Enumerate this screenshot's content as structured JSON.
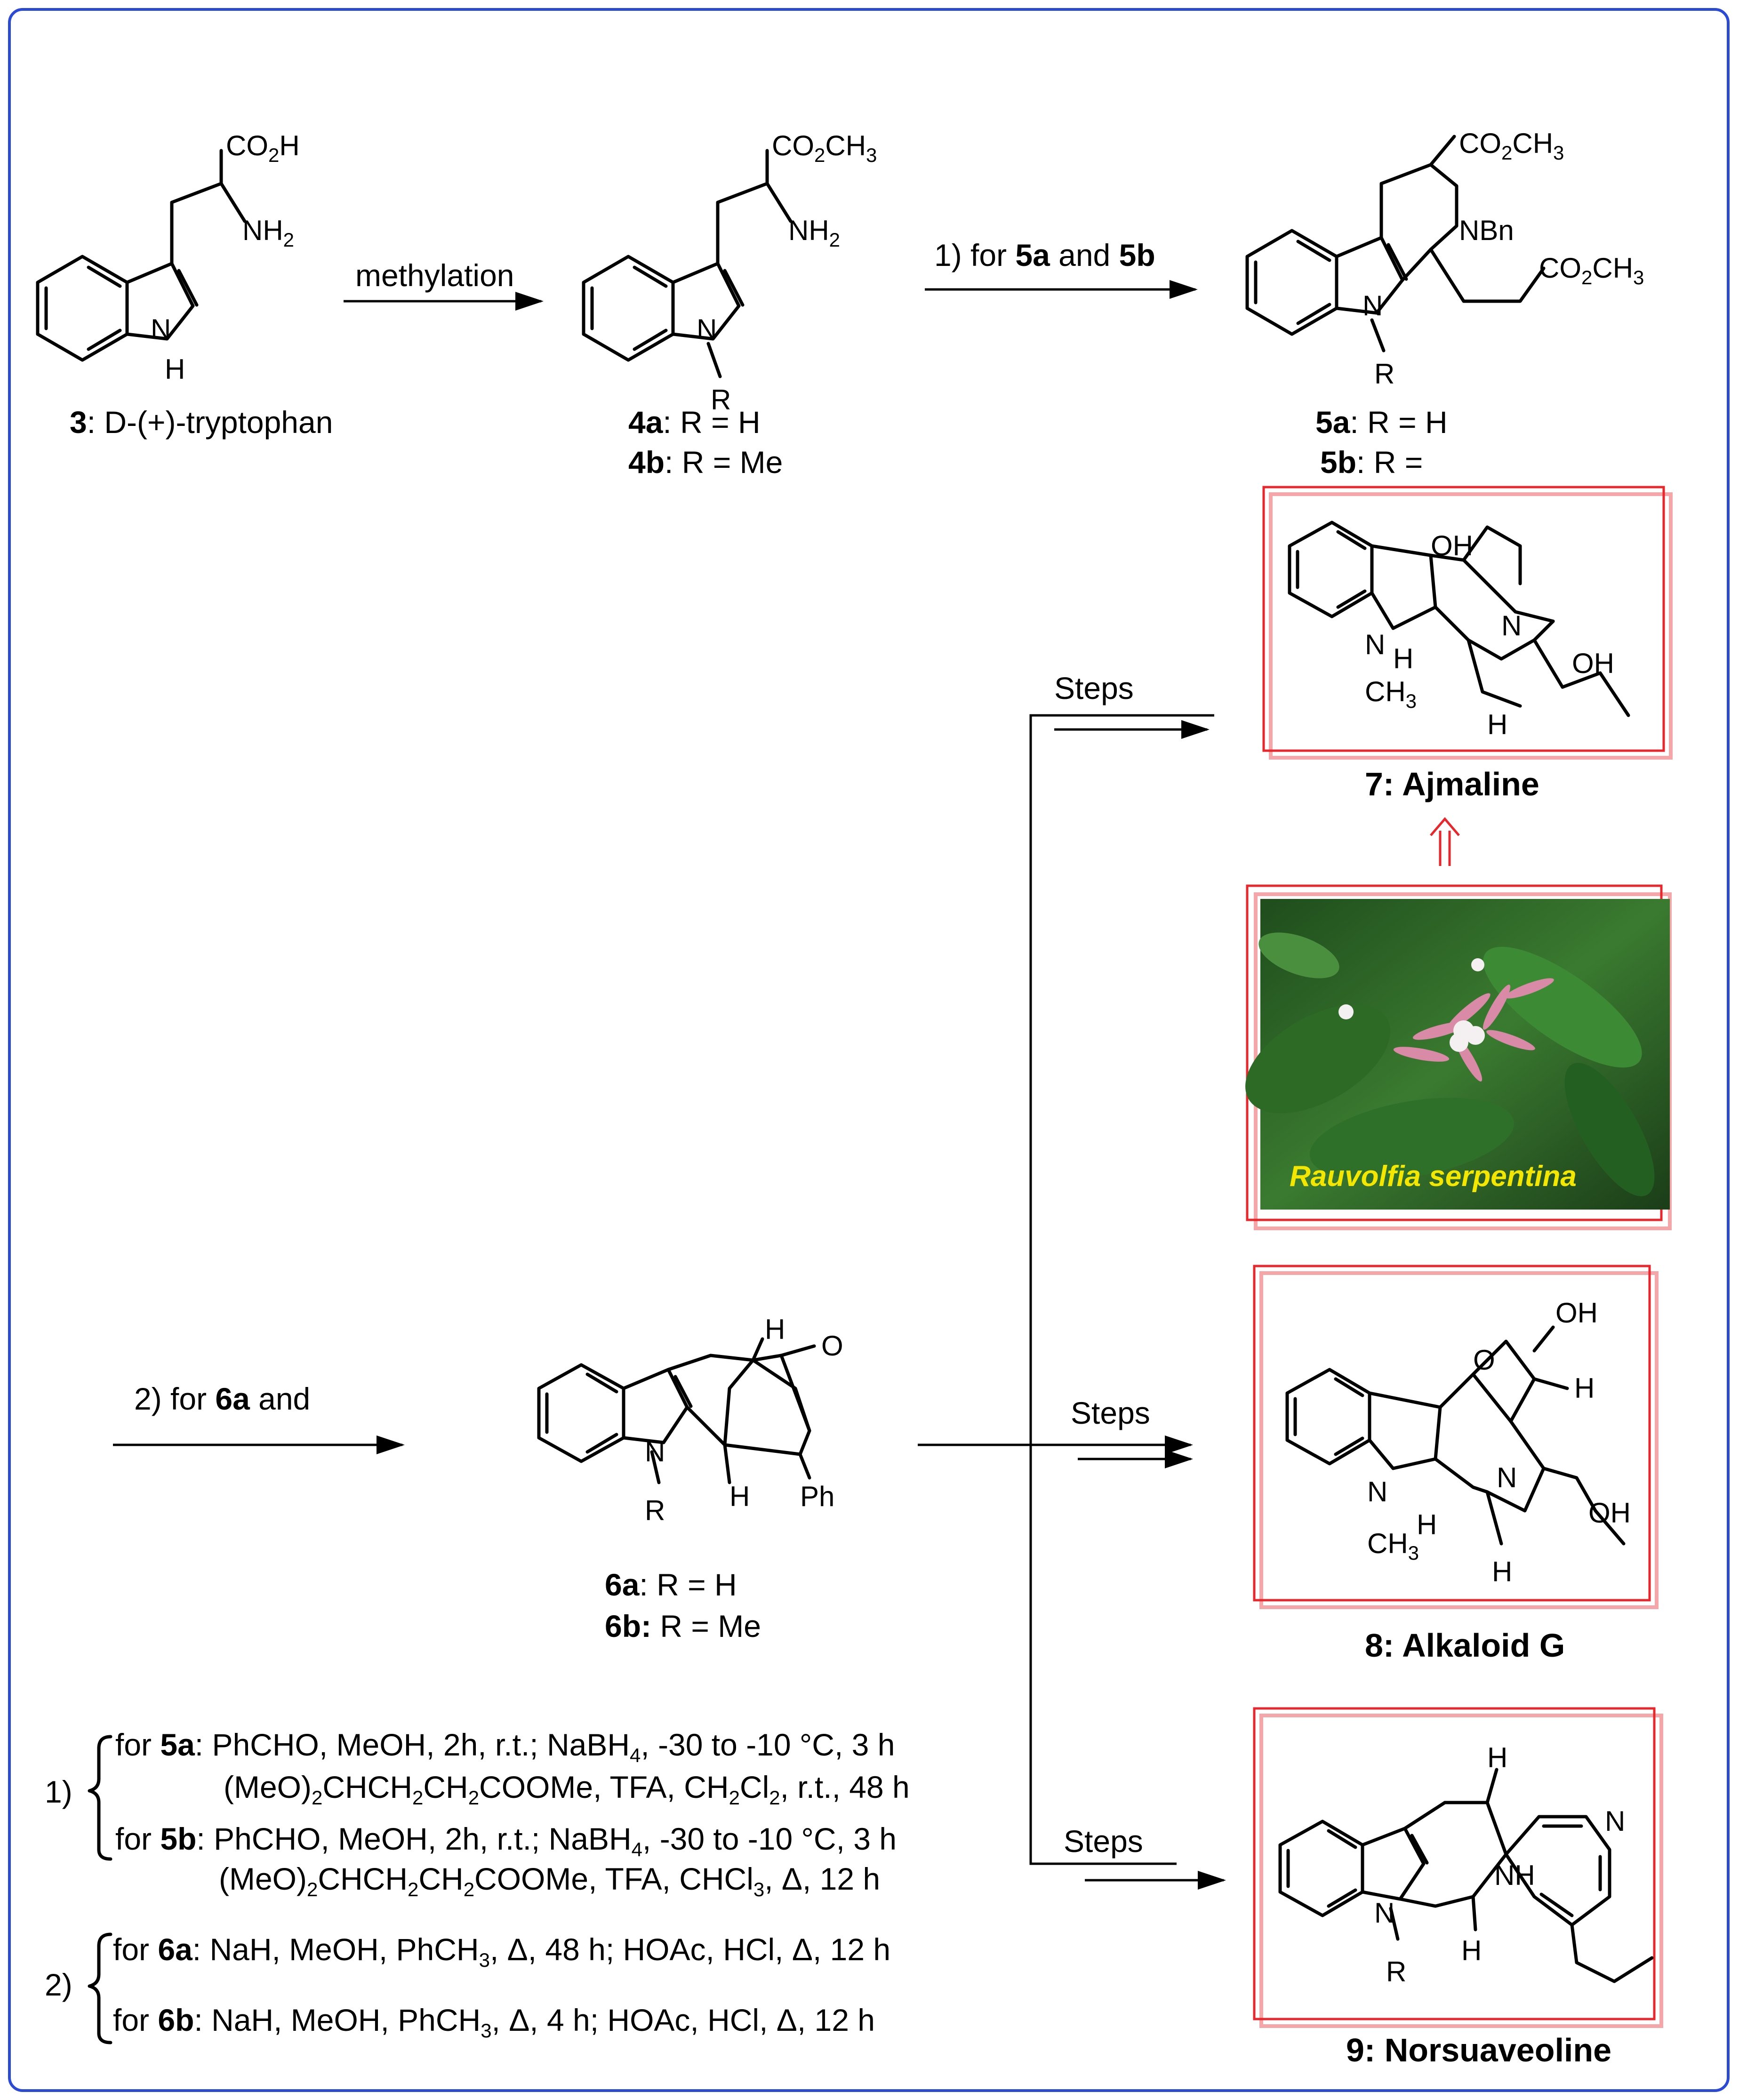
{
  "compounds": {
    "c3_num": "3",
    "c3_name": ": D-(+)-tryptophan",
    "c4a_num": "4a",
    "c4a_text": ": R = H",
    "c4b_num": "4b",
    "c4b_text": ": R = Me",
    "c5a_num": "5a",
    "c5a_text": ": R = H",
    "c5b_num": "5b",
    "c5b_text": ": R =",
    "c6a_num": "6a",
    "c6a_text": ": R = H",
    "c6b_num": "6b:",
    "c6b_text": " R = Me",
    "c7": "7: Ajmaline",
    "c8": "8: Alkaloid G",
    "c9": "9: Norsuaveoline"
  },
  "arrows": {
    "methylation": "methylation",
    "step1_prefix": "1) for ",
    "step1_a": "5a",
    "step1_and": " and ",
    "step1_b": "5b",
    "step2_prefix": "2) for ",
    "step2_a": "6a",
    "step2_and": " and",
    "steps": "Steps"
  },
  "photo": {
    "caption": "Rauvolfia serpentina",
    "colors": {
      "leaf": "#2f6b2a",
      "leaf_dark": "#173d17",
      "flower": "#d98aa6",
      "caption": "#f3e600"
    }
  },
  "conditions": {
    "n1": "1)",
    "n2": "2)",
    "r1_for": "for ",
    "r1_cmp": "5a",
    "r1_text": ": PhCHO, MeOH, 2h, r.t.; NaBH",
    "r1_sub": "4",
    "r1_tail": ", -30 to -10 °C, 3 h",
    "r2_a": "(MeO)",
    "r2_s1": "2",
    "r2_b": "CHCH",
    "r2_s2": "2",
    "r2_c": "CH",
    "r2_s3": "2",
    "r2_d": "COOMe, TFA, CH",
    "r2_s4": "2",
    "r2_e": "Cl",
    "r2_s5": "2",
    "r2_f": ", r.t., 48 h",
    "r3_for": "for ",
    "r3_cmp": "5b",
    "r3_text": ": PhCHO, MeOH, 2h, r.t.; NaBH",
    "r3_sub": "4",
    "r3_tail": ", -30 to -10 °C, 3 h",
    "r4_a": "(MeO)",
    "r4_s1": "2",
    "r4_b": "CHCH",
    "r4_s2": "2",
    "r4_c": "CH",
    "r4_s3": "2",
    "r4_d": "COOMe, TFA, CHCl",
    "r4_s4": "3",
    "r4_e": ", Δ, 12 h",
    "r5_for": "for ",
    "r5_cmp": "6a",
    "r5_text": ": NaH, MeOH, PhCH",
    "r5_sub": "3",
    "r5_tail": ", Δ, 48 h; HOAc, HCl, Δ, 12 h",
    "r6_for": "for ",
    "r6_cmp": "6b",
    "r6_text": ": NaH, MeOH, PhCH",
    "r6_sub": "3",
    "r6_tail": ", Δ, 4 h; HOAc, HCl, Δ, 12 h"
  },
  "atoms": {
    "co2h": "CO",
    "co2h_2": "2",
    "co2h_h": "H",
    "nh2": "NH",
    "nh2_2": "2",
    "n": "N",
    "h": "H",
    "r": "R",
    "co2ch3": "CO",
    "co2ch3_2": "2",
    "co2ch3_ch": "CH",
    "co2ch3_3": "3",
    "nbn": "NBn",
    "oh": "OH",
    "o": "O",
    "ch3": "CH",
    "ch3_3": "3",
    "ph": "Ph",
    "nh": "NH"
  },
  "colors": {
    "frame": "#e8262b",
    "border": "#2b4bd6"
  }
}
